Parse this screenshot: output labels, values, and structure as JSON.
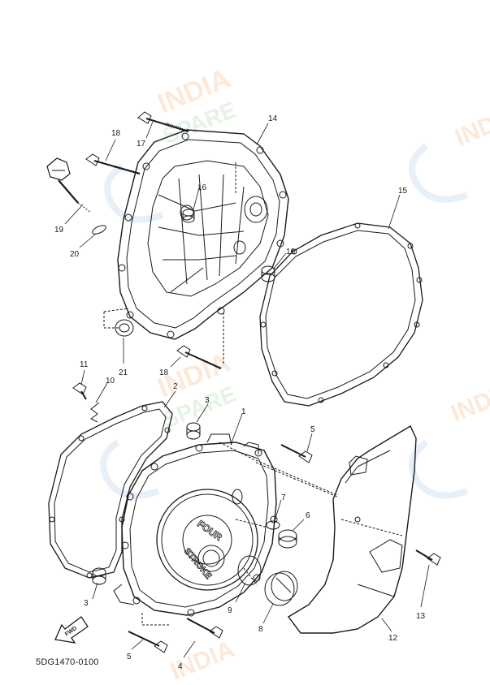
{
  "diagram": {
    "part_code": "5DG1470-0100",
    "fwd_label": "FWD",
    "cover_text_top": "FOUR",
    "cover_text_bottom": "STROKE",
    "watermark_text": [
      "INDIA",
      "SPARE"
    ],
    "callouts": {
      "c1": "1",
      "c2": "2",
      "c3a": "3",
      "c3b": "3",
      "c4": "4",
      "c5a": "5",
      "c5b": "5",
      "c6": "6",
      "c7": "7",
      "c8": "8",
      "c9": "9",
      "c10": "10",
      "c11": "11",
      "c12": "12",
      "c13": "13",
      "c14": "14",
      "c15": "15",
      "c16a": "16",
      "c16b": "16",
      "c17": "17",
      "c18a": "18",
      "c18b": "18",
      "c19": "19",
      "c20": "20",
      "c21": "21"
    },
    "colors": {
      "line": "#1a1a1a",
      "watermark_orange": "#f3b07a",
      "watermark_green": "#9fd49a",
      "watermark_blue": "#a9c4e6"
    }
  }
}
